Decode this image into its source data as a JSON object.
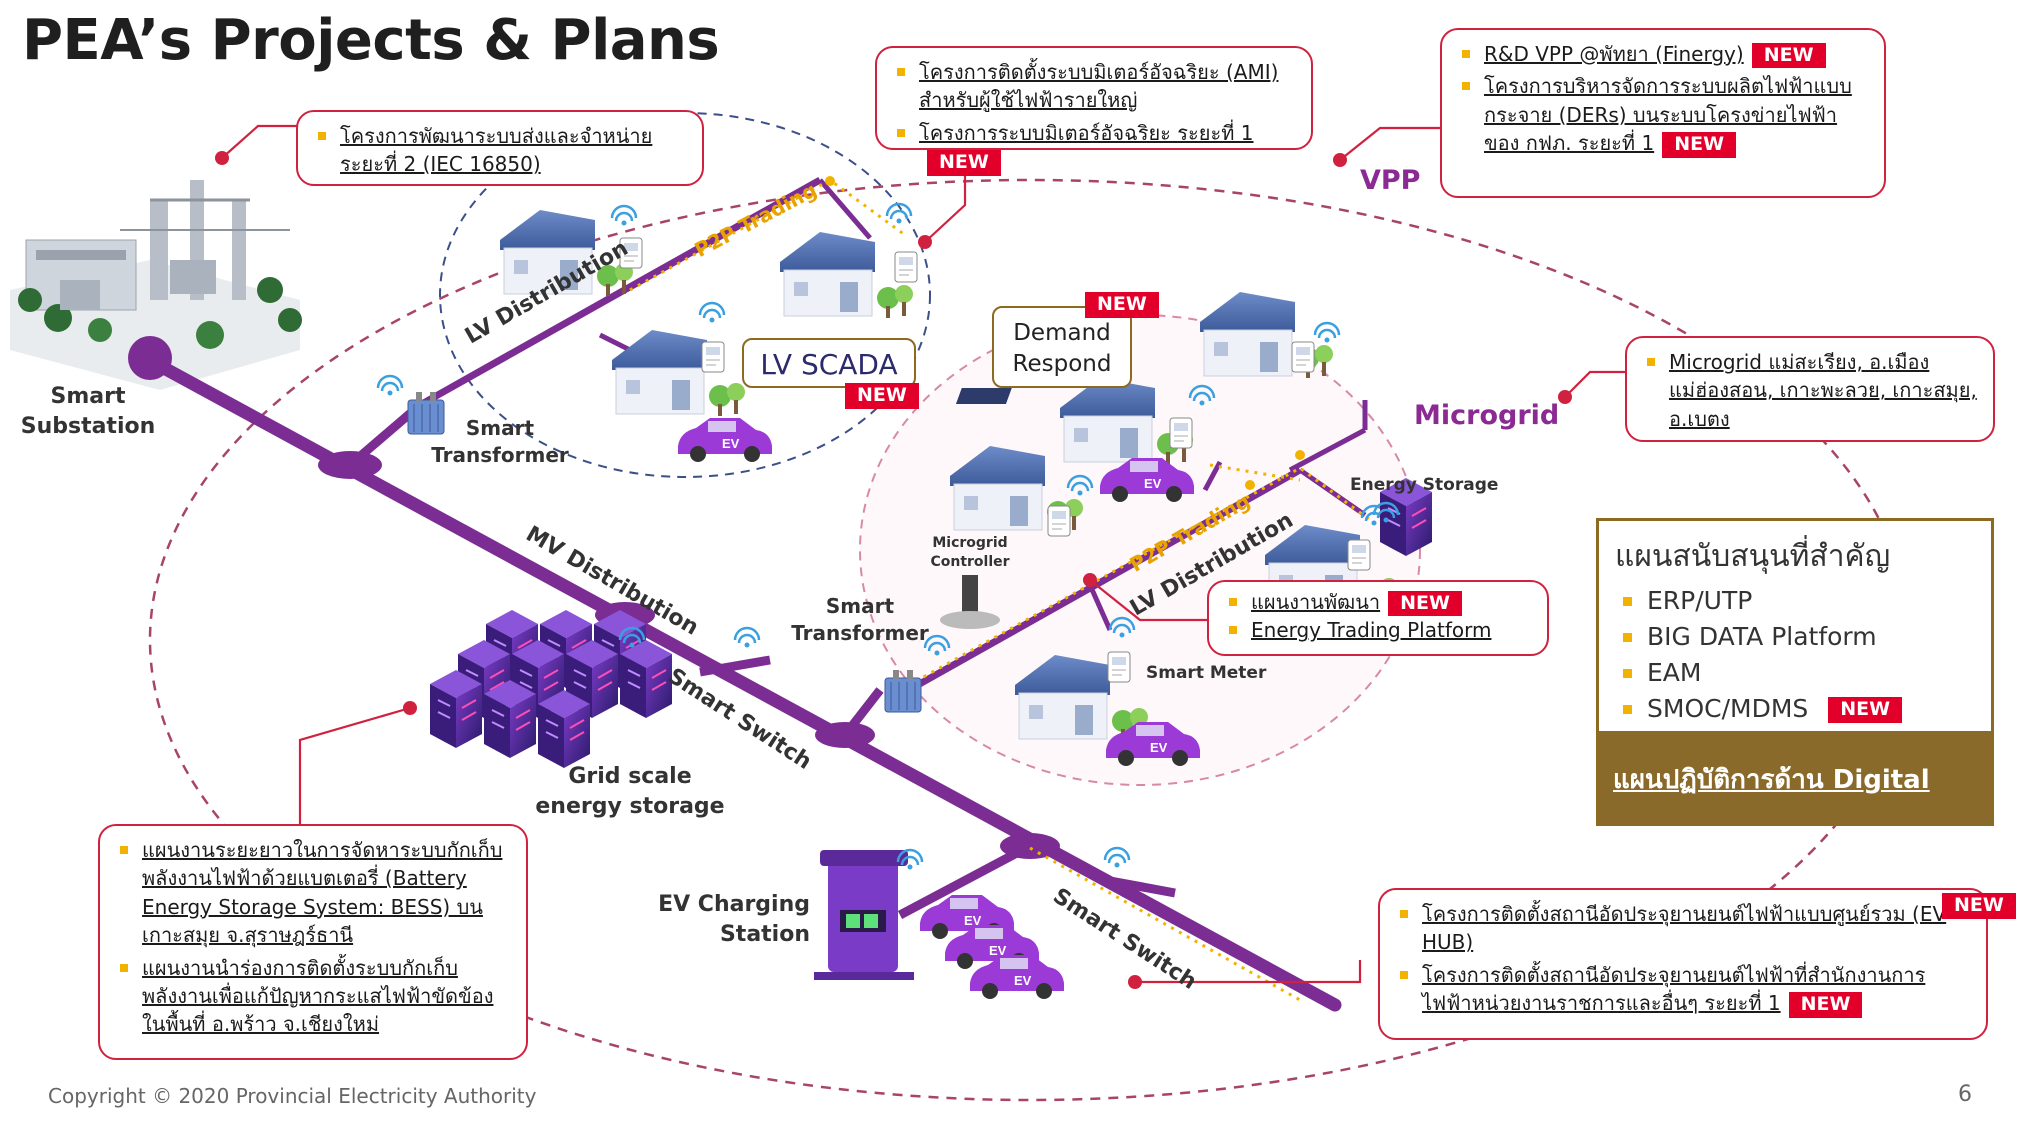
{
  "title": "PEA’s Projects & Plans",
  "new_badge": "NEW",
  "labels": {
    "smart_substation": "Smart\nSubstation",
    "smart_transformer_top": "Smart\nTransformer",
    "smart_transformer_mid": "Smart\nTransformer",
    "lv_distribution_top": "LV Distribution",
    "lv_distribution_mid": "LV Distribution",
    "mv_distribution": "MV Distribution",
    "p2p_trading_top": "P2P Trading",
    "p2p_trading_mid": "P2P Trading",
    "smart_switch_1": "Smart Switch",
    "smart_switch_2": "Smart Switch",
    "grid_storage": "Grid scale\nenergy storage",
    "ev_station": "EV Charging\nStation",
    "microgrid_controller": "Microgrid\nController",
    "energy_storage": "Energy Storage",
    "smart_meter": "Smart Meter",
    "ev": "EV",
    "lv_scada": "LV SCADA",
    "demand_respond": "Demand\nRespond",
    "vpp": "VPP",
    "microgrid": "Microgrid"
  },
  "callouts": {
    "transmission": [
      "โครงการพัฒนาระบบส่งและจำหน่าย ระยะที่ 2 (IEC 16850)"
    ],
    "ami": [
      "โครงการติดตั้งระบบมิเตอร์อัจฉริยะ (AMI) สำหรับผู้ใช้ไฟฟ้ารายใหญ่",
      "โครงการระบบมิเตอร์อัจฉริยะ ระยะที่ 1"
    ],
    "vpp": [
      "R&D VPP @พัทยา (Finergy)",
      "โครงการบริหารจัดการระบบผลิตไฟฟ้าแบบกระจาย (DERs) บนระบบโครงข่ายไฟฟ้าของ กฟภ. ระยะที่ 1"
    ],
    "microgrid": [
      "Microgrid แม่สะเรียง, อ.เมืองแม่ฮ่องสอน, เกาะพะลวย, เกาะสมุย, อ.เบตง"
    ],
    "trading": [
      "แผนงานพัฒนา",
      "Energy Trading Platform"
    ],
    "bess": [
      "แผนงานระยะยาวในการจัดหาระบบกักเก็บพลังงานไฟฟ้าด้วยแบตเตอรี่ (Battery Energy Storage System: BESS) บนเกาะสมุย จ.สุราษฎร์ธานี",
      "แผนงานนำร่องการติดตั้งระบบกักเก็บพลังงานเพื่อแก้ปัญหากระแสไฟฟ้าขัดข้องในพื้นที่ อ.พร้าว จ.เชียงใหม่"
    ],
    "ev_hub": [
      "โครงการติดตั้งสถานีอัดประจุยานยนต์ไฟฟ้าแบบศูนย์รวม (EV HUB)",
      "โครงการติดตั้งสถานีอัดประจุยานยนต์ไฟฟ้าที่สำนักงานการไฟฟ้าหน่วยงานราชการและอื่นๆ ระยะที่ 1"
    ]
  },
  "support": {
    "heading": "แผนสนับสนุนที่สำคัญ",
    "items": [
      "ERP/UTP",
      "BIG DATA Platform",
      "EAM",
      "SMOC/MDMS"
    ],
    "footer": "แผนปฏิบัติการด้าน Digital"
  },
  "footer": {
    "copyright": "Copyright © 2020 Provincial Electricity Authority",
    "page": "6"
  },
  "colors": {
    "accent_red": "#d0223f",
    "badge_red": "#e2002a",
    "bullet_yellow": "#f2b300",
    "purple": "#7b2d93",
    "gold": "#8c6a22"
  }
}
